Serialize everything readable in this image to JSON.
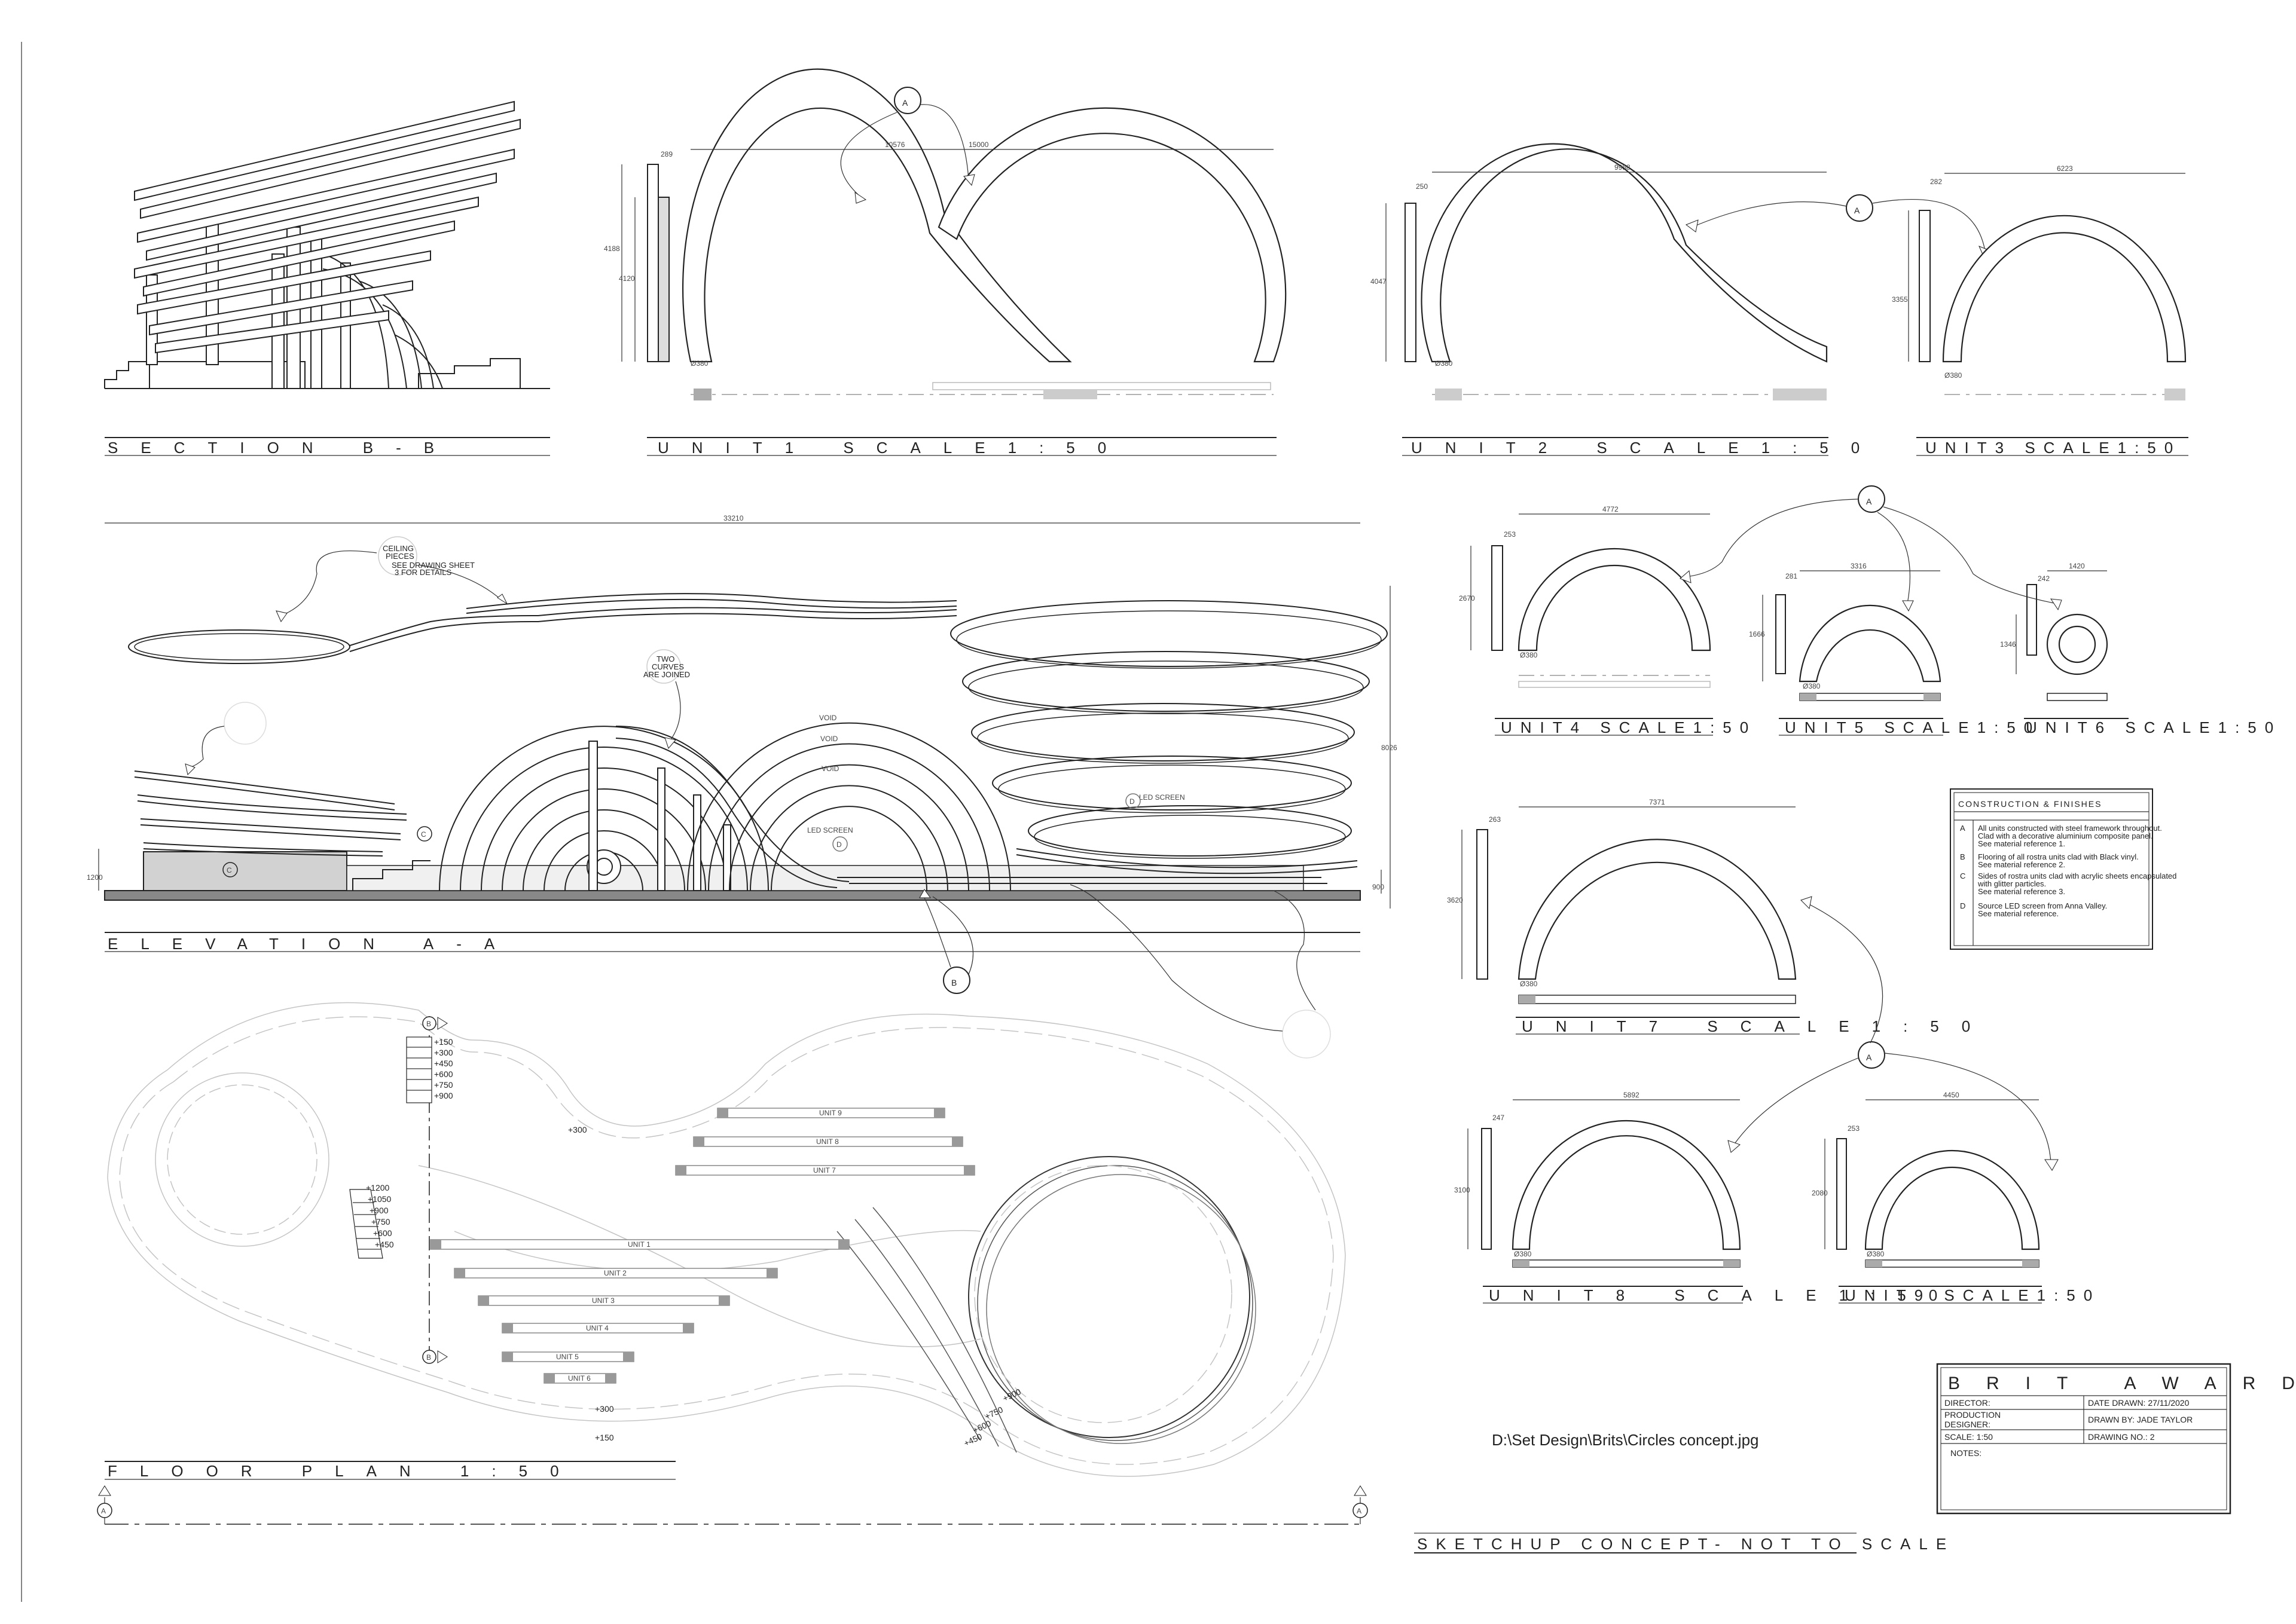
{
  "titles": {
    "section": "SECTION B-B",
    "unit1": "UNIT1   SCALE1:50",
    "unit2": "UNIT2   SCALE1:50",
    "unit3": "UNIT3  SCALE1:50",
    "unit4": "UNIT4 SCALE1:50",
    "unit5": "UNIT5 SCALE1:50",
    "unit6": "UNIT6 SCALE1:50",
    "unit7": "UNIT7 SCALE1:50",
    "unit8": "UNIT8 SCALE1:50",
    "unit9": "UNIT9 SCALE1:50",
    "elevation": "ELEVATION A-A",
    "floorplan": "FLOOR PLAN 1:50",
    "sketchup": "SKETCHUP CONCEPT- NOT TO SCALE"
  },
  "markers": {
    "a": "A",
    "b": "B",
    "c": "C",
    "d": "D"
  },
  "dimensions": {
    "u1_width_a": "10576",
    "u1_width_b": "15000",
    "u1_top": "289",
    "u1_h1": "4188",
    "u1_h2": "4120",
    "u1_base": "Ø380",
    "u2_width": "9958",
    "u2_top": "250",
    "u2_h": "4047",
    "u2_base": "Ø380",
    "u3_width": "6223",
    "u3_top": "282",
    "u3_h": "3355",
    "u3_base": "Ø380",
    "u4_width": "4772",
    "u4_top": "253",
    "u4_h": "2670",
    "u4_base": "Ø380",
    "u5_width": "3316",
    "u5_top": "281",
    "u5_h": "1666",
    "u5_base": "Ø380",
    "u6_width": "1420",
    "u6_top": "242",
    "u6_h": "1346",
    "u7_width": "7371",
    "u7_top": "263",
    "u7_h": "3620",
    "u7_base": "Ø380",
    "u8_width": "5892",
    "u8_top": "247",
    "u8_h": "3100",
    "u8_base": "Ø380",
    "u9_width": "4450",
    "u9_top": "253",
    "u9_h": "2080",
    "u9_base": "Ø380",
    "elev_width": "33210",
    "elev_h": "8026",
    "elev_left": "1200",
    "elev_right": "900"
  },
  "notes": {
    "ceiling_1": "CEILING",
    "ceiling_2": "PIECES",
    "ceiling_3": "SEE DRAWING SHEET",
    "ceiling_4": "3 FOR DETAILS",
    "curves_1": "TWO",
    "curves_2": "CURVES",
    "curves_3": "ARE JOINED",
    "led_screen": "LED SCREEN",
    "void": "VOID"
  },
  "levels": {
    "stairs1": [
      "+150",
      "+300",
      "+450",
      "+600",
      "+750",
      "+900"
    ],
    "stairs2": [
      "+1200",
      "+1050",
      "+900",
      "+750",
      "+600",
      "+450"
    ],
    "plan_300": "+300",
    "plan_300b": "+300",
    "plan_150": "+150",
    "plan_900": "+900",
    "plan_750": "+750",
    "plan_600": "+600",
    "plan_450": "+450"
  },
  "plan_units": [
    "UNIT 9",
    "UNIT 8",
    "UNIT 7",
    "UNIT 1",
    "UNIT 2",
    "UNIT 3",
    "UNIT 4",
    "UNIT 5",
    "UNIT 6"
  ],
  "construction": {
    "title": "CONSTRUCTION & FINISHES",
    "items": [
      {
        "key": "A",
        "lines": [
          "All units constructed with steel framework throughout.",
          "Clad with a decorative aluminium composite panel.",
          "See material reference 1."
        ]
      },
      {
        "key": "B",
        "lines": [
          "Flooring of all rostra units clad with Black vinyl.",
          "See material reference 2."
        ]
      },
      {
        "key": "C",
        "lines": [
          "Sides of rostra units clad with acrylic sheets encapsulated",
          "with glitter particles.",
          "See material reference 3."
        ]
      },
      {
        "key": "D",
        "lines": [
          "Source LED screen from Anna Valley.",
          "See material reference."
        ]
      }
    ]
  },
  "title_block": {
    "brand": "BRIT AWARDS",
    "director": "DIRECTOR:",
    "date": "DATE DRAWN:  27/11/2020",
    "production_1": "PRODUCTION",
    "production_2": "DESIGNER:",
    "drawn_by": "DRAWN BY:  JADE TAYLOR",
    "scale": "SCALE: 1:50",
    "drawing_no": "DRAWING NO.: 2",
    "notes": "NOTES:"
  },
  "file_path": "D:\\Set Design\\Brits\\Circles concept.jpg",
  "colors": {
    "ink": "#222222",
    "ghost": "#c4c4c4",
    "grey_fill": "#cfcfcf"
  }
}
